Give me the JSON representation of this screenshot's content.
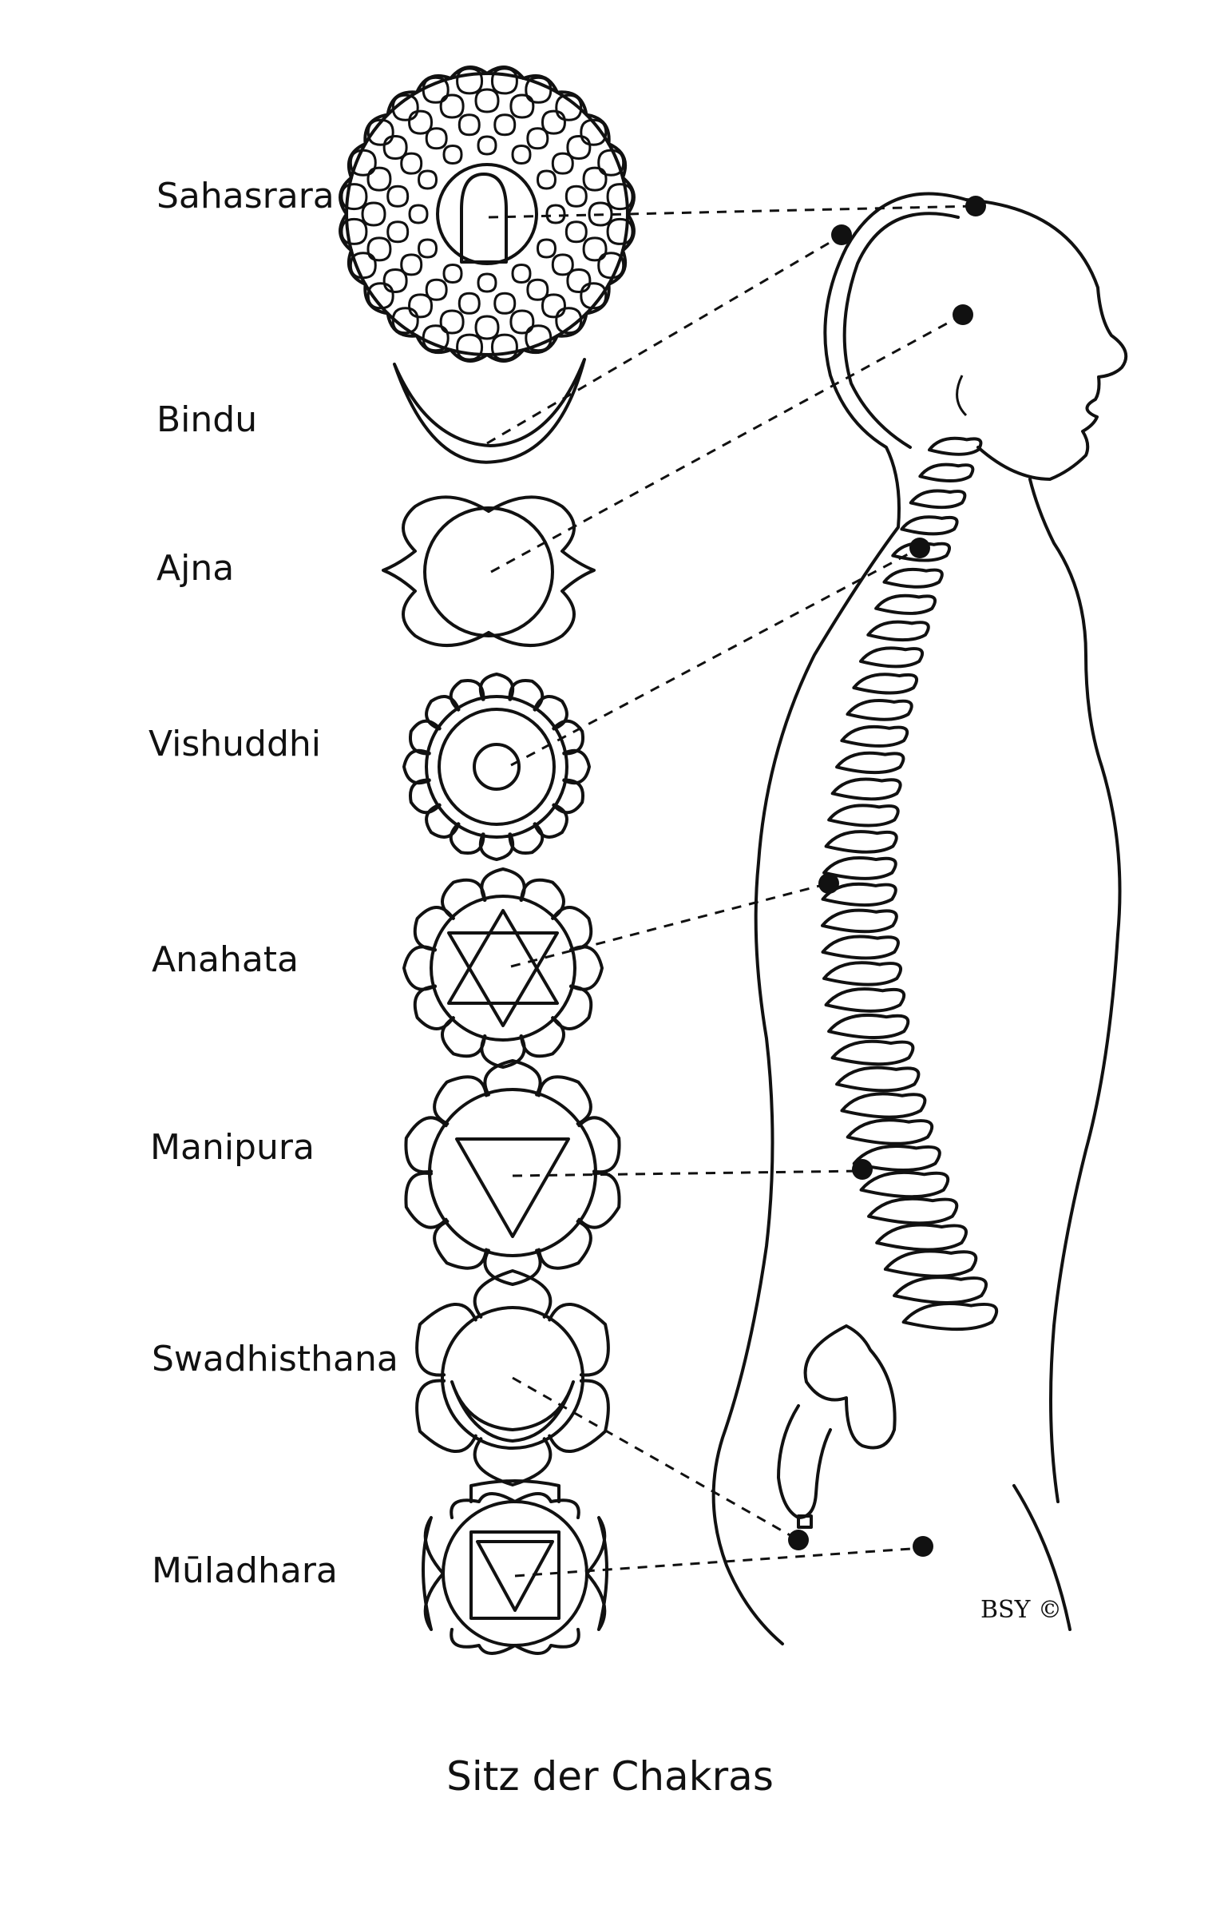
{
  "diagram": {
    "caption": "Sitz der Chakras",
    "copyright": "BSY ©",
    "chakras": [
      {
        "id": "sahasrara",
        "label": "Sahasrara"
      },
      {
        "id": "bindu",
        "label": "Bindu"
      },
      {
        "id": "ajna",
        "label": "Ajna"
      },
      {
        "id": "vishuddhi",
        "label": "Vishuddhi"
      },
      {
        "id": "anahata",
        "label": "Anahata"
      },
      {
        "id": "manipura",
        "label": "Manipura"
      },
      {
        "id": "swadhisthana",
        "label": "Swadhisthana"
      },
      {
        "id": "muladhara",
        "label": "Mūladhara"
      }
    ]
  }
}
